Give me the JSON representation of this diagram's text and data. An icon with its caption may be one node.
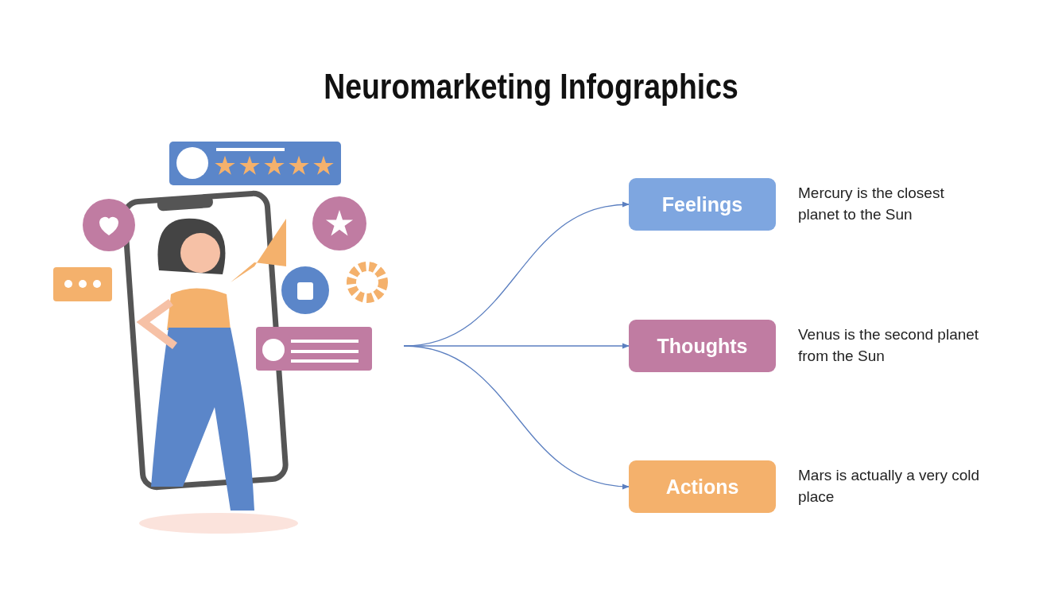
{
  "diagram": {
    "title": "Neuromarketing Infographics",
    "nodes": [
      {
        "text": [
          "Feelings"
        ],
        "beside": [
          "Mercury is the closest planet to the Sun"
        ]
      },
      {
        "text": [
          "Thoughts"
        ],
        "beside": [
          "Venus is the second planet from the Sun"
        ]
      },
      {
        "text": [
          "Actions"
        ],
        "beside": [
          "Mars is actually a very cold place"
        ]
      }
    ],
    "edges": [
      {
        "from": null,
        "to": 0,
        "arrow": "to"
      },
      {
        "from": null,
        "to": 1,
        "arrow": "to"
      },
      {
        "from": null,
        "to": 2,
        "arrow": "to"
      }
    ]
  }
}
